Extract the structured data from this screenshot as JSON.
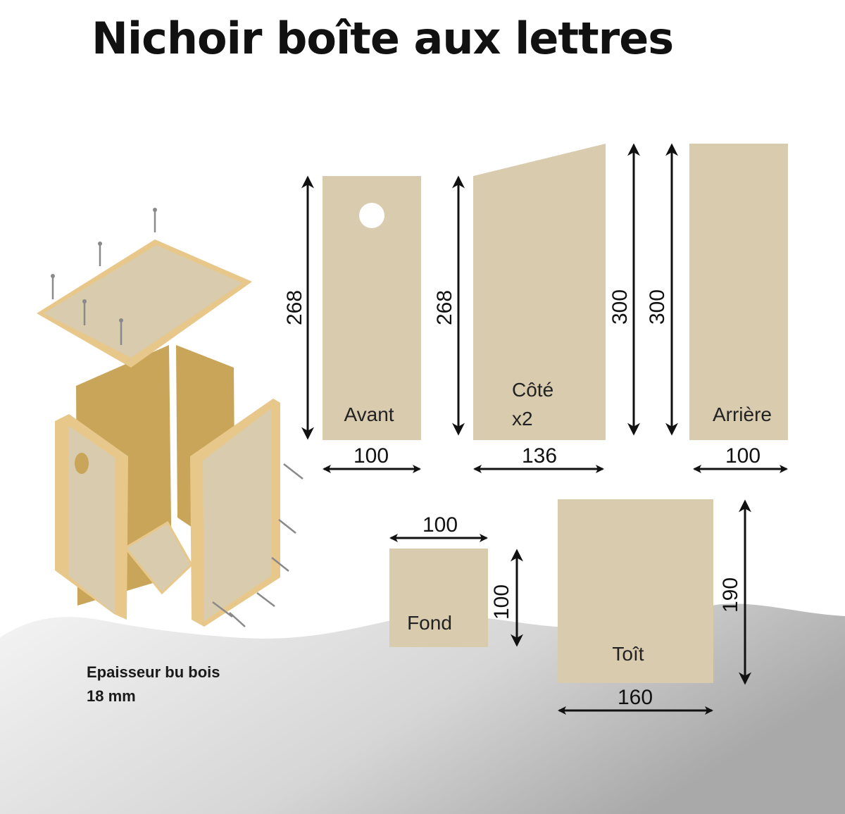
{
  "title": "Nichoir boîte aux lettres",
  "note": {
    "line1": "Epaisseur bu bois",
    "line2": "18 mm"
  },
  "colors": {
    "panel": "#d8cbae",
    "panel_dark": "#c9a55a",
    "edge": "#e8c88a",
    "arrow": "#111111",
    "ground": "#c8c8c8"
  },
  "pieces": {
    "avant": {
      "label": "Avant",
      "width": "100",
      "height": "268"
    },
    "cote": {
      "label": "Côté",
      "count": "x2",
      "width": "136",
      "height_front": "268",
      "height_back": "300"
    },
    "arriere": {
      "label": "Arrière",
      "width": "100",
      "height": "300"
    },
    "fond": {
      "label": "Fond",
      "width": "100",
      "height": "100"
    },
    "toit": {
      "label": "Toît",
      "width": "160",
      "height": "190"
    }
  }
}
